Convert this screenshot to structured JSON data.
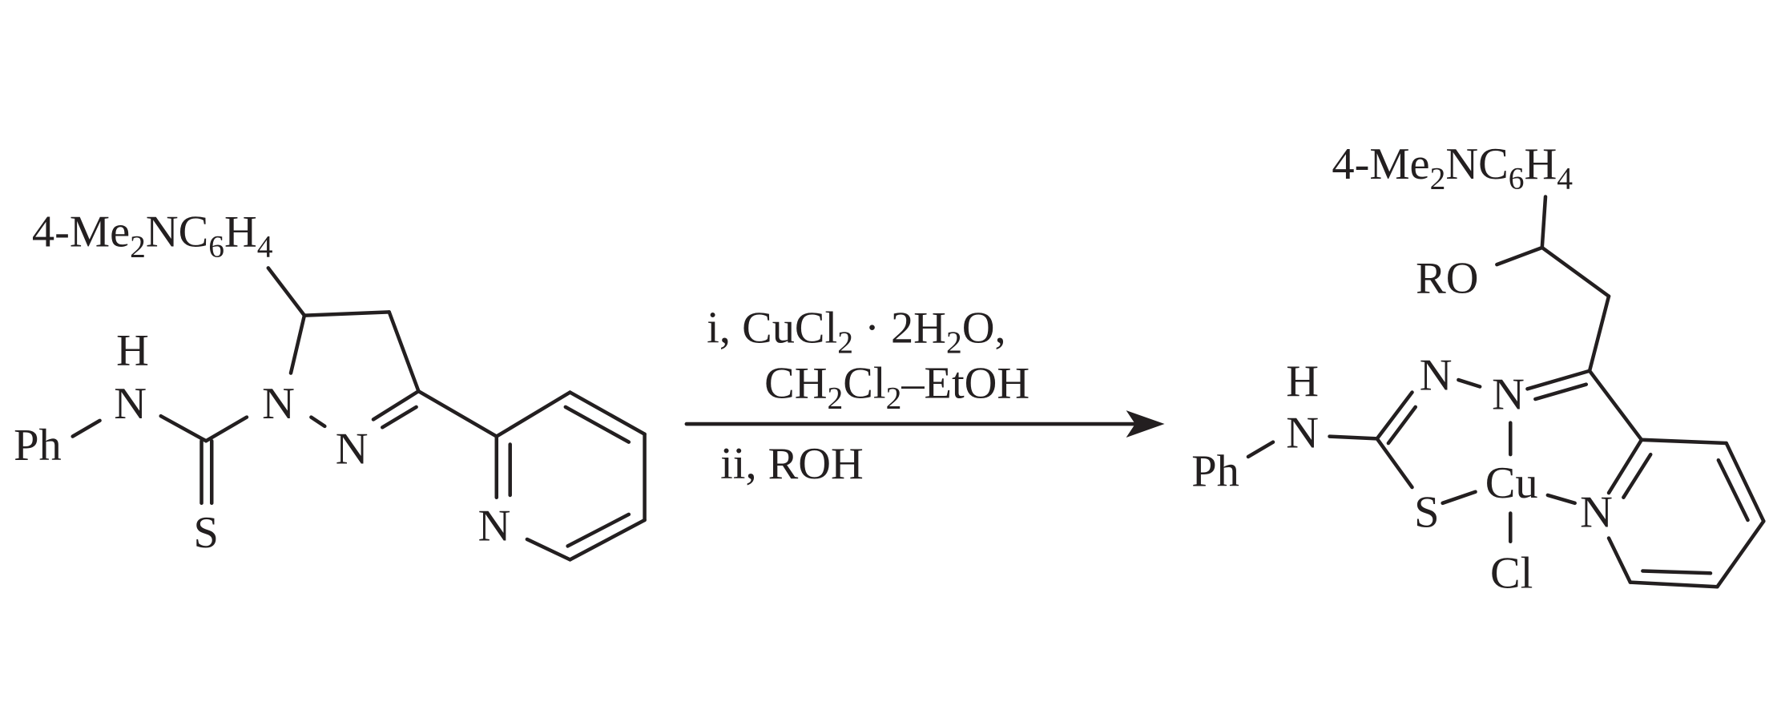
{
  "reactant": {
    "aryl_parts": [
      "4-Me",
      "2",
      "NC",
      "6",
      "H",
      "4"
    ],
    "H": "H",
    "N_amine": "N",
    "Ph": "Ph",
    "N1": "N",
    "N2": "N",
    "S": "S",
    "N_pyridine": "N"
  },
  "conditions": {
    "step1_parts": [
      "i, CuCl",
      "2",
      " · 2H",
      "2",
      "O,"
    ],
    "step1b_parts": [
      "CH",
      "2",
      "Cl",
      "2",
      "–EtOH"
    ],
    "step2": "ii, ROH"
  },
  "product": {
    "aryl_parts": [
      "4-Me",
      "2",
      "NC",
      "6",
      "H",
      "4"
    ],
    "RO": "RO",
    "H": "H",
    "N_amine": "N",
    "Ph": "Ph",
    "N_a": "N",
    "N_b": "N",
    "S": "S",
    "Cu": "Cu",
    "Cl": "Cl",
    "N_pyridine": "N"
  },
  "colors": {
    "ink": "#231f20",
    "background": "#ffffff"
  }
}
